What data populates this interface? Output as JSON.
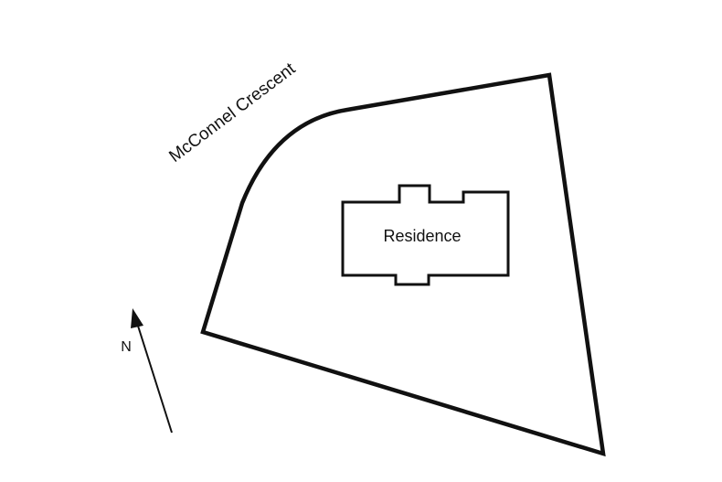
{
  "diagram": {
    "street_label": "McConnel Crescent",
    "building_label": "Residence",
    "north_label": "N"
  },
  "colors": {
    "background": "#ffffff",
    "ink": "#111111"
  }
}
